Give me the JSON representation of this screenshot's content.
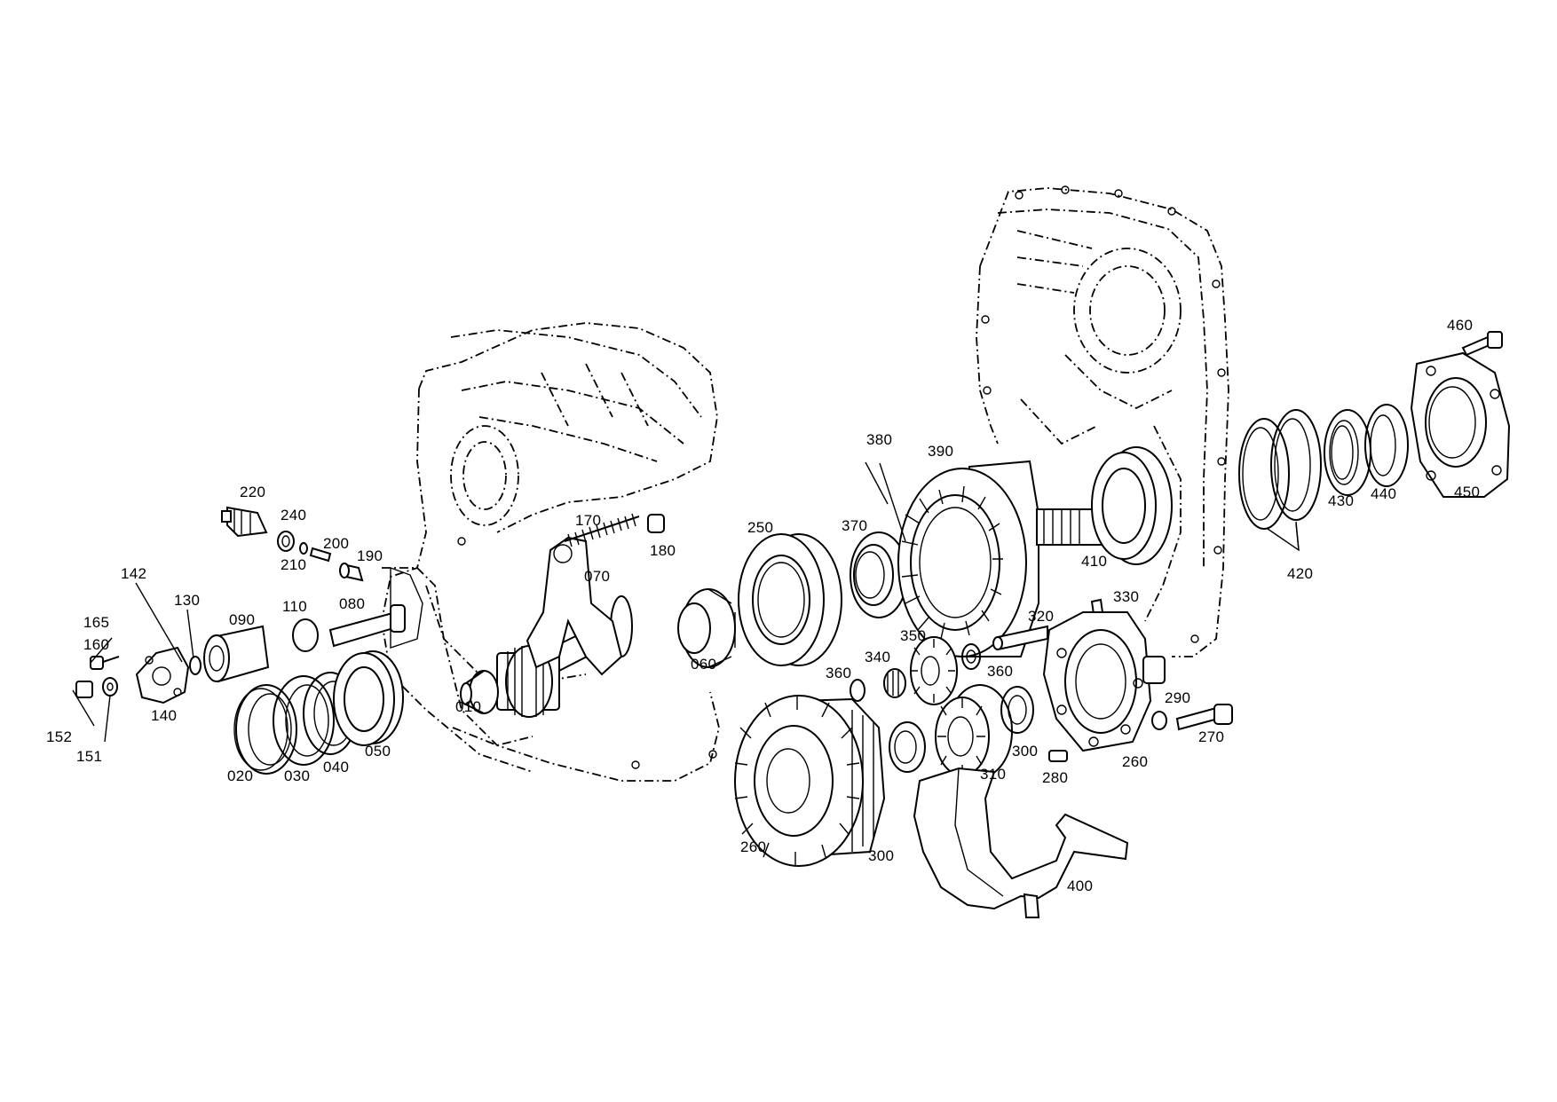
{
  "callouts": [
    {
      "id": "c010",
      "text": "010"
    },
    {
      "id": "c020",
      "text": "020"
    },
    {
      "id": "c030",
      "text": "030"
    },
    {
      "id": "c040",
      "text": "040"
    },
    {
      "id": "c050",
      "text": "050"
    },
    {
      "id": "c060",
      "text": "060"
    },
    {
      "id": "c070",
      "text": "070"
    },
    {
      "id": "c080",
      "text": "080"
    },
    {
      "id": "c090",
      "text": "090"
    },
    {
      "id": "c110",
      "text": "110"
    },
    {
      "id": "c130",
      "text": "130"
    },
    {
      "id": "c140",
      "text": "140"
    },
    {
      "id": "c142",
      "text": "142"
    },
    {
      "id": "c151",
      "text": "151"
    },
    {
      "id": "c152",
      "text": "152"
    },
    {
      "id": "c160",
      "text": "160"
    },
    {
      "id": "c165",
      "text": "165"
    },
    {
      "id": "c170",
      "text": "170"
    },
    {
      "id": "c180",
      "text": "180"
    },
    {
      "id": "c190",
      "text": "190"
    },
    {
      "id": "c200",
      "text": "200"
    },
    {
      "id": "c210",
      "text": "210"
    },
    {
      "id": "c220",
      "text": "220"
    },
    {
      "id": "c240",
      "text": "240"
    },
    {
      "id": "c250",
      "text": "250"
    },
    {
      "id": "c260a",
      "text": "260"
    },
    {
      "id": "c260b",
      "text": "260"
    },
    {
      "id": "c270",
      "text": "270"
    },
    {
      "id": "c280",
      "text": "280"
    },
    {
      "id": "c290",
      "text": "290"
    },
    {
      "id": "c300a",
      "text": "300"
    },
    {
      "id": "c300b",
      "text": "300"
    },
    {
      "id": "c310",
      "text": "310"
    },
    {
      "id": "c320",
      "text": "320"
    },
    {
      "id": "c330",
      "text": "330"
    },
    {
      "id": "c340",
      "text": "340"
    },
    {
      "id": "c350",
      "text": "350"
    },
    {
      "id": "c360a",
      "text": "360"
    },
    {
      "id": "c360b",
      "text": "360"
    },
    {
      "id": "c370",
      "text": "370"
    },
    {
      "id": "c380",
      "text": "380"
    },
    {
      "id": "c390",
      "text": "390"
    },
    {
      "id": "c400",
      "text": "400"
    },
    {
      "id": "c410",
      "text": "410"
    },
    {
      "id": "c420",
      "text": "420"
    },
    {
      "id": "c430",
      "text": "430"
    },
    {
      "id": "c440",
      "text": "440"
    },
    {
      "id": "c450",
      "text": "450"
    },
    {
      "id": "c460",
      "text": "460"
    }
  ]
}
